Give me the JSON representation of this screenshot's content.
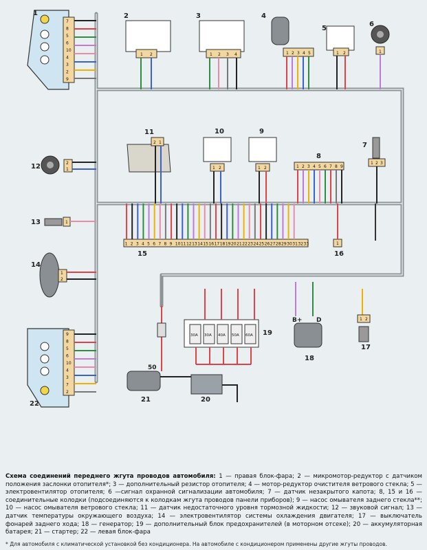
{
  "component_numbers": [
    "1",
    "2",
    "3",
    "4",
    "5",
    "6",
    "7",
    "8",
    "9",
    "10",
    "11",
    "12",
    "13",
    "14",
    "15",
    "16",
    "17",
    "18",
    "19",
    "20",
    "21",
    "22"
  ],
  "connector_pins": {
    "left_block": [
      "7",
      "8",
      "5",
      "6",
      "10",
      "4",
      "3",
      "2",
      "9"
    ],
    "left_block_lower": [
      "9",
      "8",
      "5",
      "6",
      "10",
      "4",
      "3",
      "7",
      "2"
    ],
    "c2": [
      "1",
      "2"
    ],
    "c3": [
      "1",
      "2",
      "3",
      "4"
    ],
    "c4": [
      "1",
      "2",
      "3",
      "4",
      "5"
    ],
    "c5": [
      "1",
      "2"
    ],
    "c6": [
      "1"
    ],
    "c7": [
      "1",
      "2",
      "3"
    ],
    "c8": [
      "1",
      "2",
      "3",
      "4",
      "5",
      "6",
      "7",
      "8",
      "9"
    ],
    "c9": [
      "1",
      "2"
    ],
    "c10": [
      "1",
      "2"
    ],
    "c11": [
      "2",
      "1"
    ],
    "c12": [
      "2",
      "1"
    ],
    "c13": [
      "1"
    ],
    "c14": [
      "1",
      "2"
    ],
    "c15": [
      "1",
      "2",
      "3",
      "4",
      "5",
      "6",
      "7",
      "8",
      "9",
      "10",
      "11",
      "12",
      "13",
      "14",
      "15",
      "16",
      "17",
      "18",
      "19",
      "20",
      "21",
      "22",
      "23",
      "24",
      "25",
      "26",
      "27",
      "28",
      "29",
      "30",
      "31",
      "32",
      "33"
    ],
    "c16": [
      "1"
    ],
    "c17": [
      "1",
      "2"
    ]
  },
  "fuses": [
    "30A",
    "30A",
    "40A",
    "50A",
    "60A"
  ],
  "generator_terminals": {
    "b_plus": "B+",
    "d": "D"
  },
  "starter_terminal": "50",
  "caption": {
    "title": "Схема соединений переднего жгута проводов автомобиля:",
    "text": "1 — правая блок-фара; 2 — микромотор-редуктор с датчиком положения заслонки отопителя*; 3 — дополнительный резистор отопителя; 4 — мотор-редуктор очистителя ветрового стекла; 5 — электровентилятор отопителя; 6 —сигнал охранной сигнализации автомобиля; 7 — датчик незакрытого капота; 8, 15 и 16 — соединительные колодки (подсоединяются к колодкам жгута проводов панели приборов); 9 — насос омывателя заднего стекла**; 10 — насос омывателя ветрового стекла; 11 — датчик недостаточного уровня тормозной жидкости; 12 — звуковой сигнал; 13 — датчик температуры окружающего воздуха; 14 — электровентилятор системы охлаждения двигателя; 17 — выключатель фонарей заднего хода; 18 — генератор; 19 — дополнительный блок предохранителей (в моторном отсеке); 20 — аккумуляторная батарея; 21 — стартер; 22 — левая блок-фара"
  },
  "footnote": "* Для автомобиля с климатической установкой без кондиционера. На автомобиле с кондиционером применены другие жгуты проводов."
}
